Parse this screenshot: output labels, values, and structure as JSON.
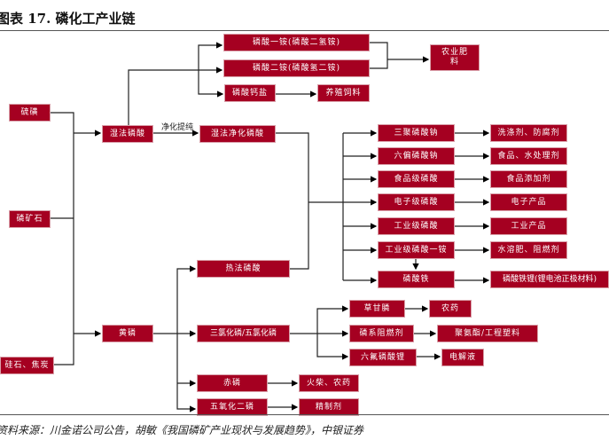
{
  "title": "图表 17. 磷化工产业链",
  "source": "资料来源：川金诺公司公告，胡敏《我国磷矿产业现状与发展趋势》，中银证券",
  "accent": "#a50021",
  "raw": {
    "sulfur": "硫磺",
    "phosphate_rock": "磷矿石",
    "silica_coke": "硅石、焦炭"
  },
  "mid": {
    "wet_acid": "湿法磷酸",
    "purify_label": "净化提纯",
    "wet_purified": "湿法净化磷酸",
    "thermal_acid": "热法磷酸",
    "yellow_p": "黄磷"
  },
  "fert": {
    "map": "磷酸一铵(磷酸二氢铵)",
    "dap": "磷酸二铵(磷酸氢二铵)",
    "ca": "磷酸钙盐",
    "feed": "养殖饲料",
    "agri": "农业肥料"
  },
  "acid_products": [
    {
      "name": "三聚磷酸钠",
      "use": "洗涤剂、防腐剂"
    },
    {
      "name": "六偏磷酸钠",
      "use": "食品、水处理剂"
    },
    {
      "name": "食品级磷酸",
      "use": "食品添加剂"
    },
    {
      "name": "电子级磷酸",
      "use": "电子产品"
    },
    {
      "name": "工业级磷酸",
      "use": "工业产品"
    },
    {
      "name": "工业级磷酸一铵",
      "use": "水溶肥、阻燃剂"
    },
    {
      "name": "磷酸铁",
      "use": "磷酸铁锂(锂电池正极材料)"
    }
  ],
  "yp": {
    "pcl": "三氯化磷/五氯化磷",
    "red": "赤磷",
    "red_use": "火柴、农药",
    "p2o5": "五氧化二磷",
    "p2o5_use": "精制剂",
    "glyphosate": "草甘膦",
    "glyphosate_use": "农药",
    "fr": "磷系阻燃剂",
    "fr_use": "聚氨酯/工程塑料",
    "lipf6": "六氟磷酸锂",
    "lipf6_use": "电解液"
  }
}
